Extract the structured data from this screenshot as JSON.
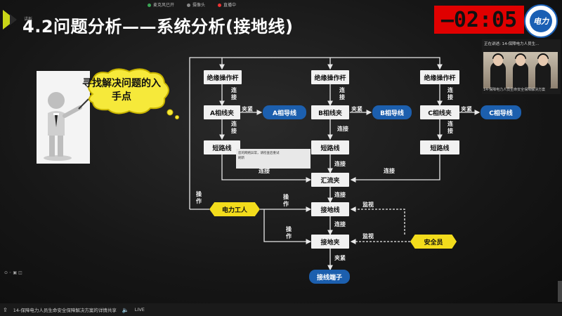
{
  "slide": {
    "title": "4.2问题分析——系统分析(接地线)",
    "corner_label": "讲板",
    "callout": "寻找解决问题的入手点",
    "overlay_note": "您的网络异常，请检查后重试\n刷新"
  },
  "topbar": {
    "items": [
      "麦克风已开",
      "摄像头",
      "直播中"
    ]
  },
  "timer": "—02:05",
  "logo_text": "电力",
  "video": {
    "top_label": "正在讲述: 14-保障电力人员生...",
    "caption": "14-保障电力人员生命安全保障解决方案"
  },
  "diagram": {
    "insulation": [
      "绝缘操作杆",
      "绝缘操作杆",
      "绝缘操作杆"
    ],
    "clamps": [
      "A相线夹",
      "B相线夹",
      "C相线夹"
    ],
    "phase_wires": [
      "A相导线",
      "B相导线",
      "C相导线"
    ],
    "shorts": [
      "短路线",
      "短路线",
      "短路线"
    ],
    "bus_clamp": "汇流夹",
    "ground_wire": "接地线",
    "ground_clamp": "接地夹",
    "terminal": "接线端子",
    "worker": "电力工人",
    "safety_officer": "安全员",
    "labels": {
      "connect": "连接",
      "clamp_tight": "夹紧",
      "monitor": "监视",
      "operate": "操作"
    }
  },
  "bottom": {
    "left_label": "14-保障电力人员生命安全保障解决方案的详情共享",
    "live": "LIVE"
  }
}
